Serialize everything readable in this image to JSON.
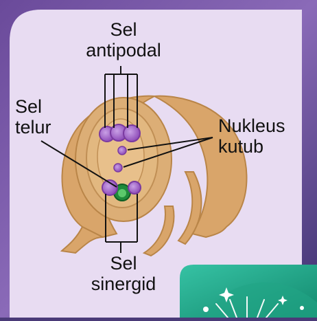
{
  "diagram": {
    "labels": {
      "antipodal": {
        "line1": "Sel",
        "line2": "antipodal"
      },
      "telur": {
        "line1": "Sel",
        "line2": "telur"
      },
      "kutub": {
        "line1": "Nukleus",
        "line2": "kutub"
      },
      "sinergid": {
        "line1": "Sel",
        "line2": "sinergid"
      }
    }
  },
  "colors": {
    "panel": "#e8dcf2",
    "ovule": "#d9a56a",
    "ovule_dark": "#b98548",
    "cell": "#9b59c2",
    "cell_light": "#c494e0",
    "egg_nucleus": "#1f8a3a",
    "corner_teal": "#2bb39a"
  }
}
